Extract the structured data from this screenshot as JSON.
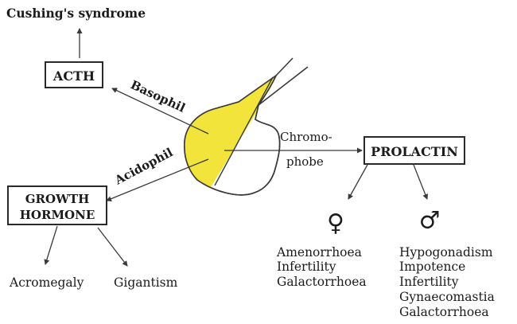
{
  "nodes": {
    "cushings": "Cushing's syndrome",
    "acth": "ACTH",
    "growth_hormone": [
      "GROWTH",
      "HORMONE"
    ],
    "prolactin": "PROLACTIN"
  },
  "edges": {
    "basophil": "Basophil",
    "acidophil": "Acidophil",
    "chromophobe": [
      "Chromo-",
      "phobe"
    ]
  },
  "outcomes": {
    "acromegaly": "Acromegaly",
    "gigantism": "Gigantism"
  },
  "female": {
    "symbol": "♀",
    "items": [
      "Amenorrhoea",
      "Infertility",
      "Galactorrhoea"
    ]
  },
  "male": {
    "symbol": "♂",
    "items": [
      "Hypogonadism",
      "Impotence",
      "Infertility",
      "Gynaecomastia",
      "Galactorrhoea"
    ]
  },
  "colors": {
    "gland_fill": "#f2e43a",
    "line": "#3a3a3a"
  }
}
